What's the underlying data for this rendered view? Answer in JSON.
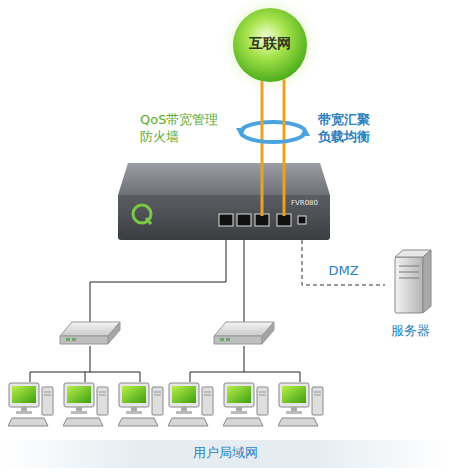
{
  "diagram": {
    "nodes": [
      {
        "text": [
          "互联网"
        ]
      },
      {
        "text": [
          "FVR080"
        ]
      },
      {
        "text": [
          "服务器"
        ]
      },
      {
        "text": [
          "用户局域网"
        ]
      }
    ],
    "edges": [
      {
        "from": 0,
        "to": 1,
        "arrow": "none"
      },
      {
        "from": 0,
        "to": 1,
        "arrow": "none"
      },
      {
        "from": 1,
        "to": 2,
        "arrow": "none",
        "label": "DMZ"
      }
    ],
    "labels": [
      "QoS带宽管理 防火墙",
      "带宽汇聚 负载均衡"
    ]
  }
}
